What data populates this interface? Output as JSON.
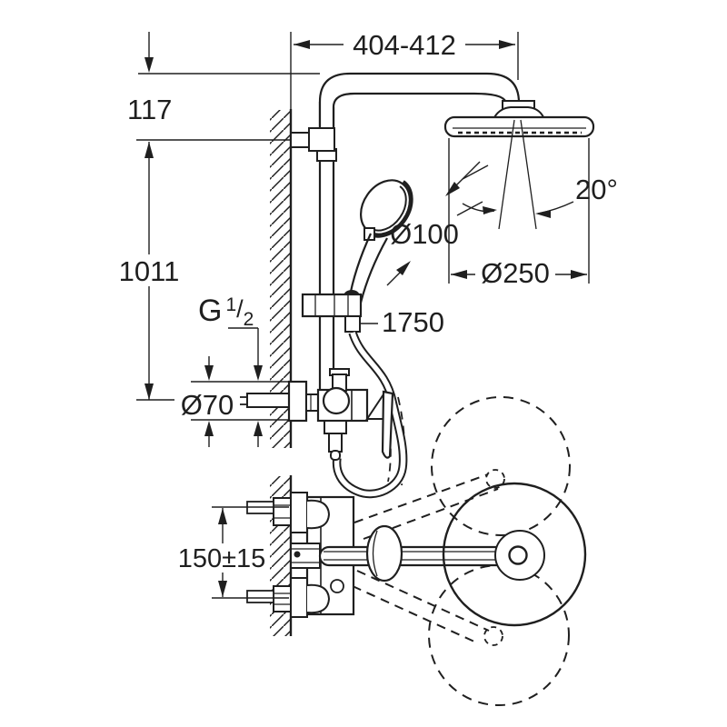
{
  "diagram": {
    "type": "technical-dimension-drawing",
    "subject": "wall-mounted shower system with head shower, hand shower and mixer (side view)",
    "colors": {
      "background": "#ffffff",
      "line": "#1f1f1f"
    },
    "labels": {
      "top_width": "404-412",
      "top_offset": "117",
      "riser_height": "1011",
      "thread_g": "G",
      "thread_num": "1",
      "thread_slash": "/",
      "thread_den": "2",
      "escutcheon_diameter": "Ø70",
      "hand_shower_diameter": "Ø100",
      "hose_length": "1750",
      "spray_angle": "20°",
      "head_shower_diameter": "Ø250",
      "supply_spacing": "150±15"
    }
  }
}
